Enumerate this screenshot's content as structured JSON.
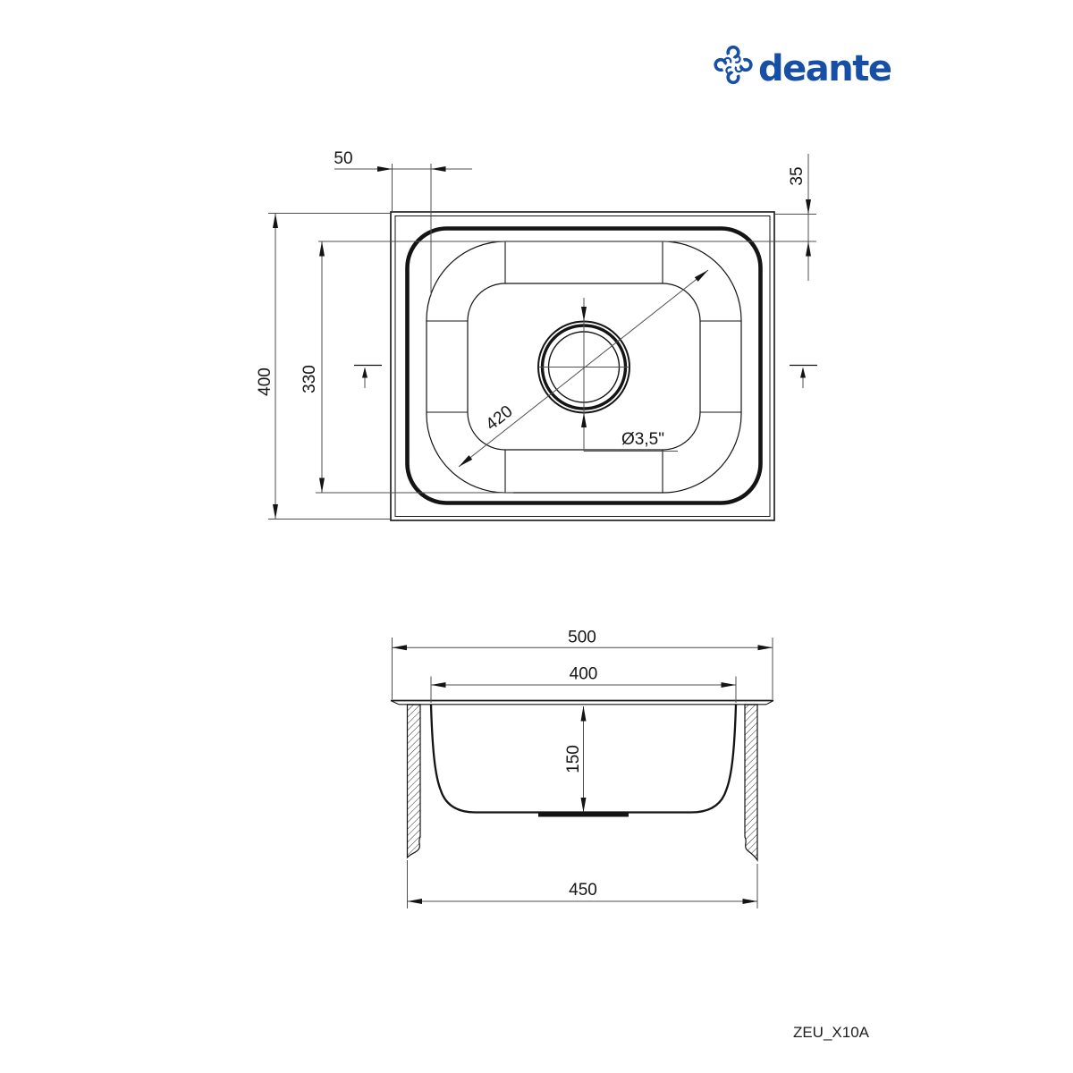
{
  "brand": {
    "wordmark": "deante",
    "color": "#164FA5"
  },
  "top_view": {
    "rim_offset_side": "50",
    "rim_offset_top": "35",
    "overall_depth": "400",
    "bowl_inner_depth": "330",
    "bowl_diagonal": "420",
    "drain_diameter": "Ø3,5\""
  },
  "front_view": {
    "overall_width": "500",
    "bowl_top_width": "400",
    "bowl_depth": "150",
    "bottom_width": "450"
  },
  "model_code": "ZEU_X10A"
}
